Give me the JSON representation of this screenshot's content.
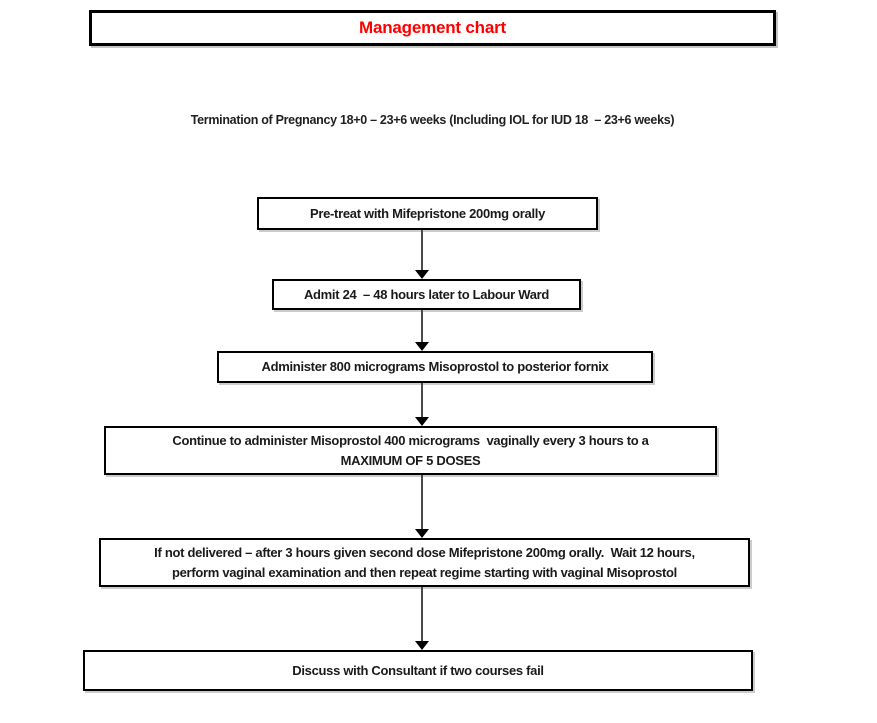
{
  "header": {
    "title": "Management chart",
    "title_color": "#ff0000",
    "border_color": "#000000"
  },
  "subtitle": "Termination of Pregnancy 18+0 – 23+6 weeks (Including IOL for IUD 18  – 23+6 weeks)",
  "flowchart": {
    "box_border_color": "#000000",
    "arrow_color": "#000000",
    "boxes": [
      {
        "lines": [
          "Pre-treat with Mifepristone 200mg orally"
        ]
      },
      {
        "lines": [
          "Admit 24  – 48 hours later to Labour Ward"
        ]
      },
      {
        "lines": [
          "Administer 800 micrograms Misoprostol to posterior fornix"
        ]
      },
      {
        "lines": [
          "Continue to administer Misoprostol 400 micrograms  vaginally every 3 hours to a",
          "MAXIMUM OF 5 DOSES"
        ]
      },
      {
        "lines": [
          "If not delivered – after 3 hours given second dose Mifepristone 200mg orally.  Wait 12 hours,",
          "perform vaginal examination and then repeat regime starting with vaginal Misoprostol"
        ]
      },
      {
        "lines": [
          "Discuss with Consultant if two courses fail"
        ]
      }
    ]
  }
}
